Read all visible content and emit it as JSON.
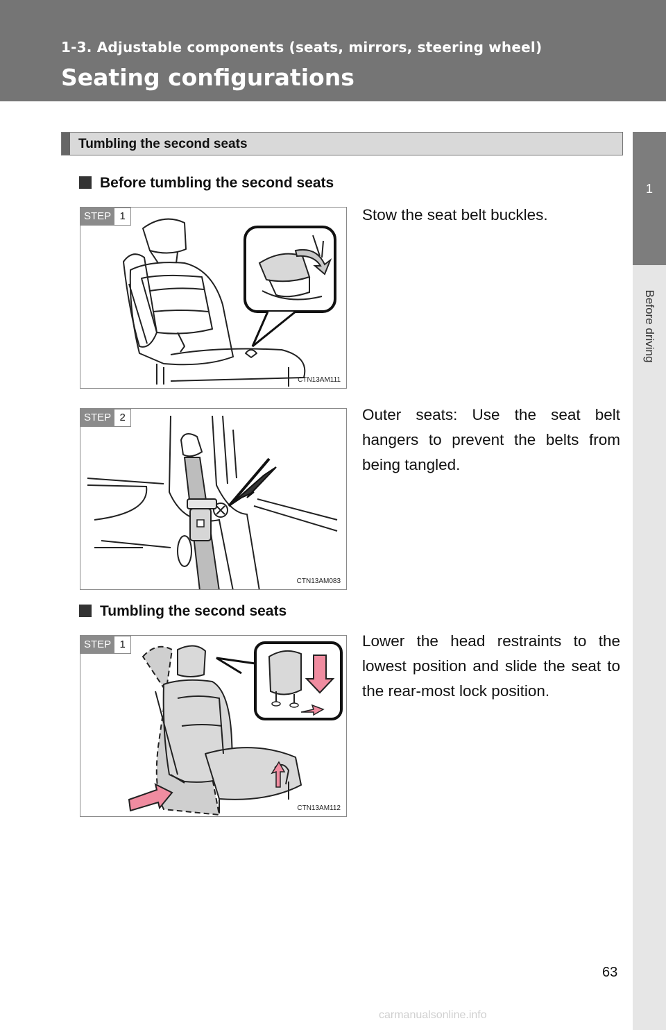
{
  "header": {
    "section": "1-3. Adjustable components (seats, mirrors, steering wheel)",
    "title": "Seating configurations"
  },
  "side_tab": {
    "chapter": "1",
    "label": "Before driving"
  },
  "heading_box": "Tumbling the second seats",
  "subsections": [
    {
      "title": "Before tumbling the second seats",
      "steps": [
        {
          "step_label": "STEP",
          "step_number": "1",
          "figure_code": "CTN13AM111",
          "text": "Stow the seat belt buckles."
        },
        {
          "step_label": "STEP",
          "step_number": "2",
          "figure_code": "CTN13AM083",
          "text": "Outer seats: Use the seat belt hangers to prevent the belts from being tangled."
        }
      ]
    },
    {
      "title": "Tumbling the second seats",
      "steps": [
        {
          "step_label": "STEP",
          "step_number": "1",
          "figure_code": "CTN13AM112",
          "text": "Lower the head restraints to the lowest position and slide the seat to the rear-most lock position."
        }
      ]
    }
  ],
  "page_number": "63",
  "watermark": "carmanualsonline.info"
}
